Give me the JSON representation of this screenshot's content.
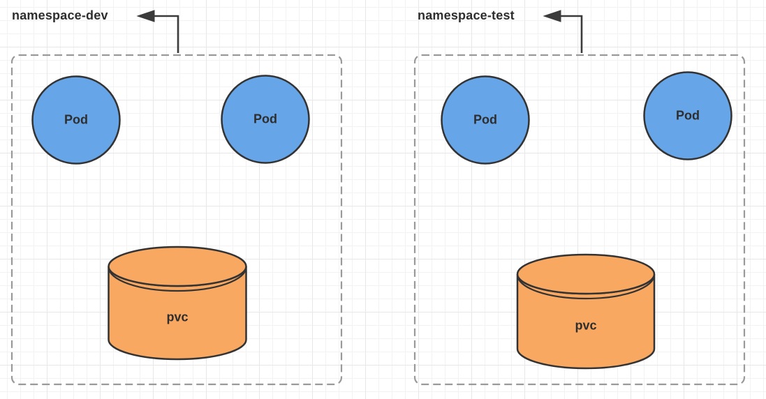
{
  "diagram": {
    "namespaces": [
      {
        "label": "namespace-dev",
        "pods": [
          {
            "label": "Pod"
          },
          {
            "label": "Pod"
          }
        ],
        "pvc": {
          "label": "pvc"
        }
      },
      {
        "label": "namespace-test",
        "pods": [
          {
            "label": "Pod"
          },
          {
            "label": "Pod"
          }
        ],
        "pvc": {
          "label": "pvc"
        }
      }
    ],
    "colors": {
      "pod_fill": "#66A5E8",
      "pvc_fill": "#F9A862",
      "shape_stroke": "#333333",
      "namespace_border": "#999999",
      "arrow": "#3b3b3b",
      "label_text": "#2e2e2e"
    }
  }
}
